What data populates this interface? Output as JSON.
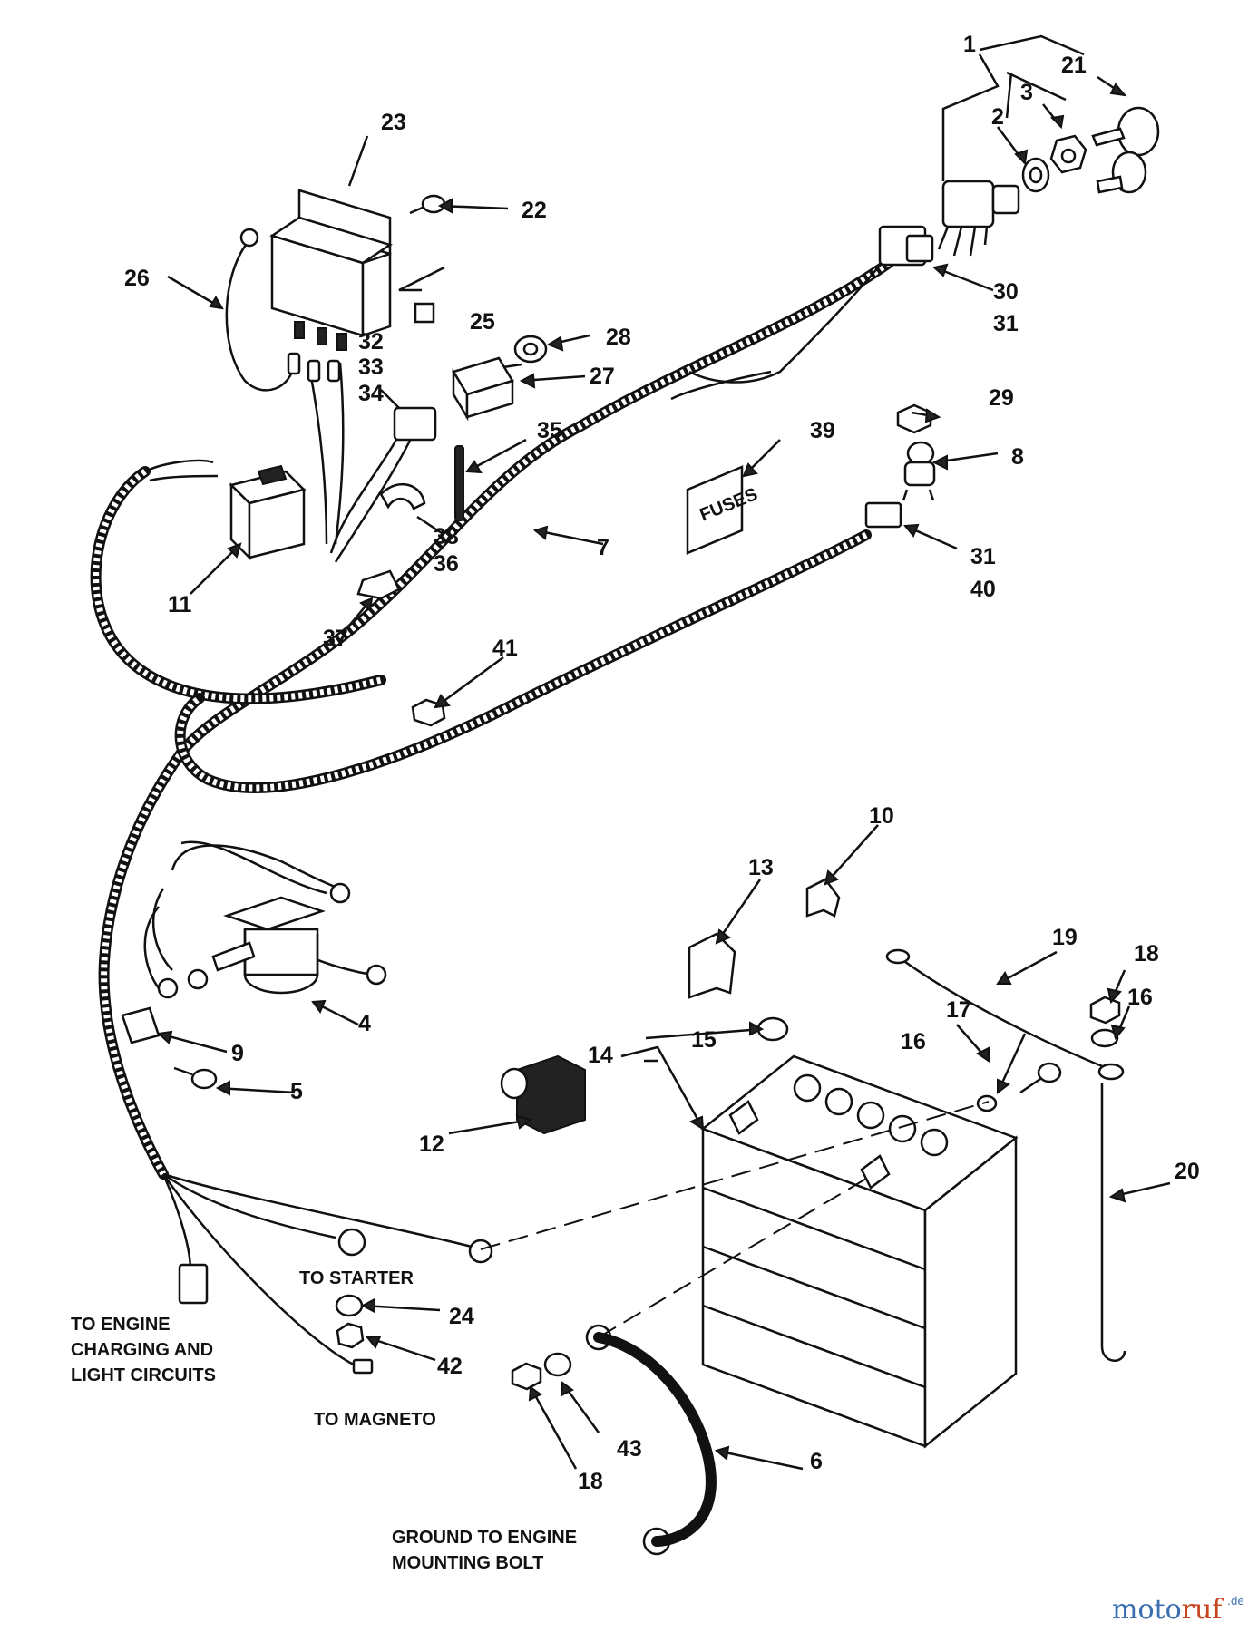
{
  "callouts": [
    {
      "id": "c-1",
      "text": "1"
    },
    {
      "id": "c-21",
      "text": "21"
    },
    {
      "id": "c-2",
      "text": "2"
    },
    {
      "id": "c-3",
      "text": "3"
    },
    {
      "id": "c-23",
      "text": "23"
    },
    {
      "id": "c-22",
      "text": "22"
    },
    {
      "id": "c-26",
      "text": "26"
    },
    {
      "id": "c-25",
      "text": "25"
    },
    {
      "id": "c-30",
      "text": "30"
    },
    {
      "id": "c-31a",
      "text": "31"
    },
    {
      "id": "c-32",
      "text": "32"
    },
    {
      "id": "c-33",
      "text": "33"
    },
    {
      "id": "c-34",
      "text": "34"
    },
    {
      "id": "c-28",
      "text": "28"
    },
    {
      "id": "c-27",
      "text": "27"
    },
    {
      "id": "c-29",
      "text": "29"
    },
    {
      "id": "c-35",
      "text": "35"
    },
    {
      "id": "c-39",
      "text": "39"
    },
    {
      "id": "c-8",
      "text": "8"
    },
    {
      "id": "c-38",
      "text": "38"
    },
    {
      "id": "c-36",
      "text": "36"
    },
    {
      "id": "c-7",
      "text": "7"
    },
    {
      "id": "c-31b",
      "text": "31"
    },
    {
      "id": "c-40",
      "text": "40"
    },
    {
      "id": "c-11",
      "text": "11"
    },
    {
      "id": "c-37",
      "text": "37"
    },
    {
      "id": "c-41",
      "text": "41"
    },
    {
      "id": "c-10",
      "text": "10"
    },
    {
      "id": "c-13",
      "text": "13"
    },
    {
      "id": "c-19",
      "text": "19"
    },
    {
      "id": "c-18a",
      "text": "18"
    },
    {
      "id": "c-16a",
      "text": "16"
    },
    {
      "id": "c-17",
      "text": "17"
    },
    {
      "id": "c-16b",
      "text": "16"
    },
    {
      "id": "c-4",
      "text": "4"
    },
    {
      "id": "c-9",
      "text": "9"
    },
    {
      "id": "c-15",
      "text": "15"
    },
    {
      "id": "c-14",
      "text": "14"
    },
    {
      "id": "c-5",
      "text": "5"
    },
    {
      "id": "c-12",
      "text": "12"
    },
    {
      "id": "c-20",
      "text": "20"
    },
    {
      "id": "c-24",
      "text": "24"
    },
    {
      "id": "c-42",
      "text": "42"
    },
    {
      "id": "c-43",
      "text": "43"
    },
    {
      "id": "c-6",
      "text": "6"
    },
    {
      "id": "c-18b",
      "text": "18"
    }
  ],
  "captions": {
    "to_starter": "TO STARTER",
    "to_engine_1": "TO ENGINE",
    "to_engine_2": "CHARGING AND",
    "to_engine_3": "LIGHT CIRCUITS",
    "to_magneto": "TO MAGNETO",
    "ground_1": "GROUND TO ENGINE",
    "ground_2": "MOUNTING BOLT"
  },
  "part_labels": {
    "fuses": "FUSES"
  },
  "watermark": {
    "text_a": "moto",
    "text_b": "ruf",
    "suffix": ".de",
    "color_a": "#3a6fb0",
    "color_b": "#c8461f"
  }
}
